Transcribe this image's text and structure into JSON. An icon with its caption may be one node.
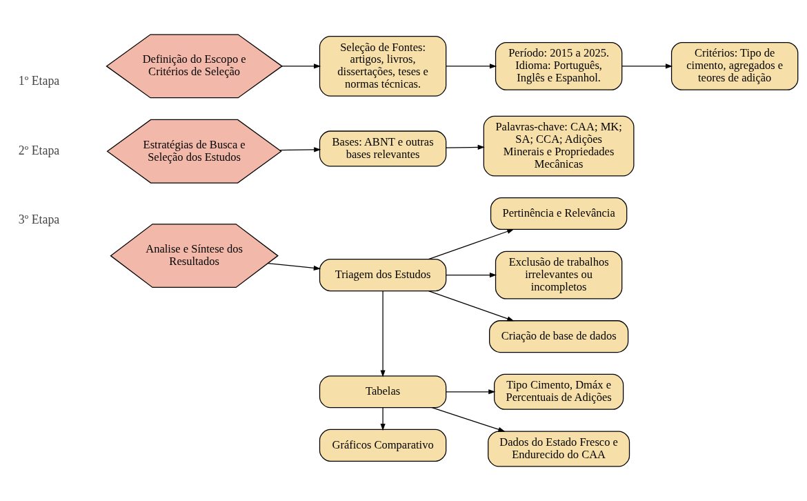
{
  "diagram": {
    "nodes": [
      {
        "text": [
          "Definição do Escopo e Critérios de Seleção"
        ]
      },
      {
        "text": [
          "Seleção de Fontes: artigos, livros, dissertações, teses e normas técnicas."
        ]
      },
      {
        "text": [
          "Período: 2015 a 2025. Idioma: Português, Inglês e Espanhol."
        ]
      },
      {
        "text": [
          "Critérios: Tipo de cimento, agregados e teores de adição"
        ]
      },
      {
        "text": [
          "Estratégias de Busca e Seleção dos Estudos"
        ]
      },
      {
        "text": [
          "Bases: ABNT e outras bases relevantes"
        ]
      },
      {
        "text": [
          "Palavras-chave: CAA; MK; SA; CCA; Adições Minerais e Propriedades Mecânicas"
        ]
      },
      {
        "text": [
          "Analise e Síntese dos Resultados"
        ]
      },
      {
        "text": [
          "Triagem dos Estudos"
        ]
      },
      {
        "text": [
          "Tabelas"
        ]
      },
      {
        "text": [
          "Gráficos Comparativo"
        ]
      },
      {
        "text": [
          "Pertinência e Relevância"
        ]
      },
      {
        "text": [
          "Exclusão de trabalhos irrelevantes ou incompletos"
        ]
      },
      {
        "text": [
          "Criação de base de dados"
        ]
      },
      {
        "text": [
          "Tipo Cimento, Dmáx e Percentuais de Adições"
        ]
      },
      {
        "text": [
          "Dados do Estado Fresco e Endurecido do CAA"
        ]
      }
    ],
    "edges": [
      {
        "from": 0,
        "to": 1,
        "arrow": "to"
      },
      {
        "from": 1,
        "to": 2,
        "arrow": "to"
      },
      {
        "from": 2,
        "to": 3,
        "arrow": "to"
      },
      {
        "from": 4,
        "to": 5,
        "arrow": "to"
      },
      {
        "from": 5,
        "to": 6,
        "arrow": "to"
      },
      {
        "from": 7,
        "to": 8,
        "arrow": "to"
      },
      {
        "from": 8,
        "to": 9,
        "arrow": "to"
      },
      {
        "from": 9,
        "to": 10,
        "arrow": "to"
      },
      {
        "from": 8,
        "to": 11,
        "arrow": "to"
      },
      {
        "from": 8,
        "to": 12,
        "arrow": "to"
      },
      {
        "from": 8,
        "to": 13,
        "arrow": "to"
      },
      {
        "from": 9,
        "to": 14,
        "arrow": "to"
      },
      {
        "from": 9,
        "to": 15,
        "arrow": "to"
      }
    ],
    "labels": [
      "1º Etapa",
      "2º Etapa",
      "3º Etapa"
    ]
  }
}
